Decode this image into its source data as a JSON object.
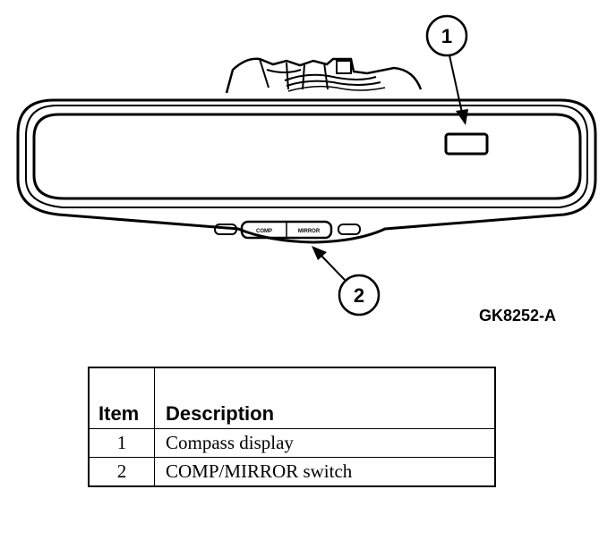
{
  "figure": {
    "code": "GK8252-A",
    "callouts": [
      {
        "number": "1",
        "target": "Compass display"
      },
      {
        "number": "2",
        "target": "COMP/MIRROR switch"
      }
    ],
    "switch_labels": {
      "left": "COMP",
      "right": "MIRROR"
    }
  },
  "legend": {
    "headers": {
      "item": "Item",
      "description": "Description"
    },
    "rows": [
      {
        "item": "1",
        "description": "Compass display"
      },
      {
        "item": "2",
        "description": "COMP/MIRROR switch"
      }
    ]
  }
}
